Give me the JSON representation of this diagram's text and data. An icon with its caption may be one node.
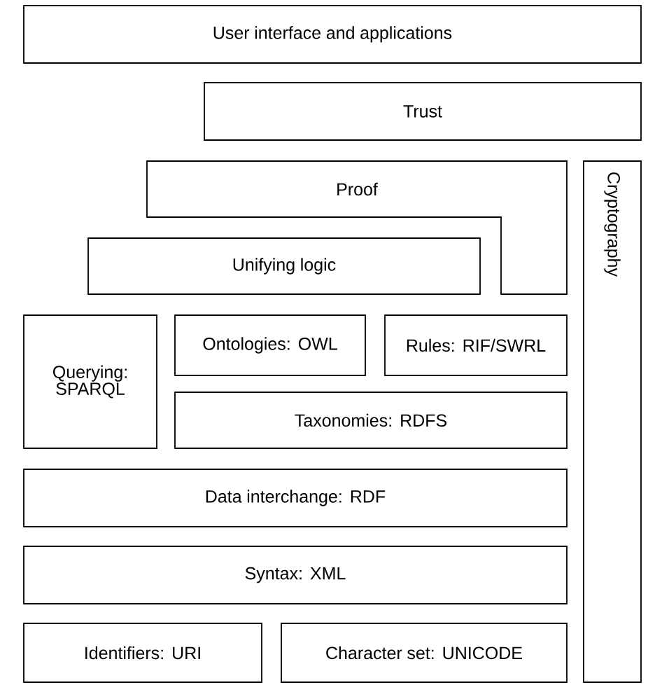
{
  "diagram": {
    "nodes": [
      {
        "text": [
          "User interface and applications"
        ]
      },
      {
        "text": [
          "Trust"
        ]
      },
      {
        "text": [
          "Proof"
        ]
      },
      {
        "text": [
          "Unifying logic"
        ]
      },
      {
        "text": [
          "Cryptography"
        ]
      },
      {
        "text": [
          "Querying: SPARQL"
        ]
      },
      {
        "text": [
          "Ontologies: OWL"
        ]
      },
      {
        "text": [
          "Rules: RIF/SWRL"
        ]
      },
      {
        "text": [
          "Taxonomies: RDFS"
        ]
      },
      {
        "text": [
          "Data interchange: RDF"
        ]
      },
      {
        "text": [
          "Syntax: XML"
        ]
      },
      {
        "text": [
          "Identifiers: URI"
        ]
      },
      {
        "text": [
          "Character set: UNICODE"
        ]
      }
    ]
  }
}
